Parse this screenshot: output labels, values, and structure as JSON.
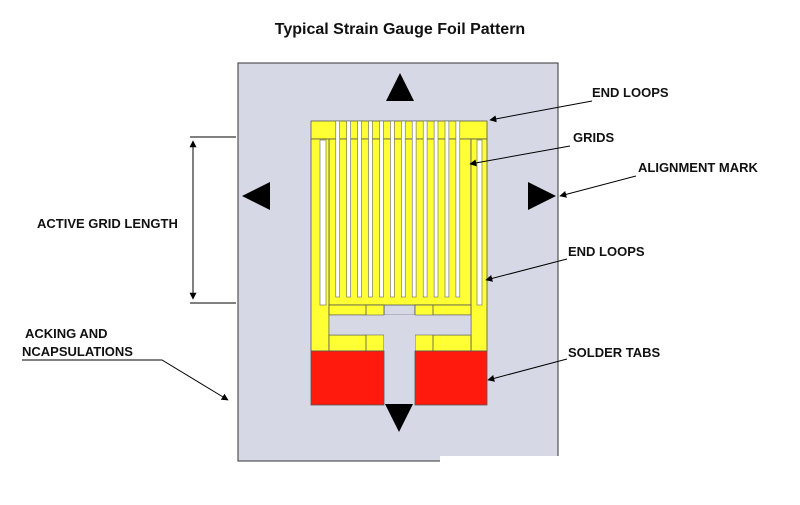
{
  "title": "Typical Strain Gauge Foil Pattern",
  "labels": {
    "end_loops_top": "END LOOPS",
    "grids": "GRIDS",
    "alignment_mark": "ALIGNMENT MARK",
    "end_loops_side": "END LOOPS",
    "solder_tabs": "SOLDER TABS",
    "active_grid_length": "ACTIVE GRID LENGTH",
    "backing_line1": "ACKING AND",
    "backing_line2": "NCAPSULATIONS"
  },
  "colors": {
    "backing": "#d6d9e5",
    "foil": "#ffff33",
    "solder_tab": "#ff1a0d",
    "marks": "#000000"
  },
  "grid_line_count": 13
}
